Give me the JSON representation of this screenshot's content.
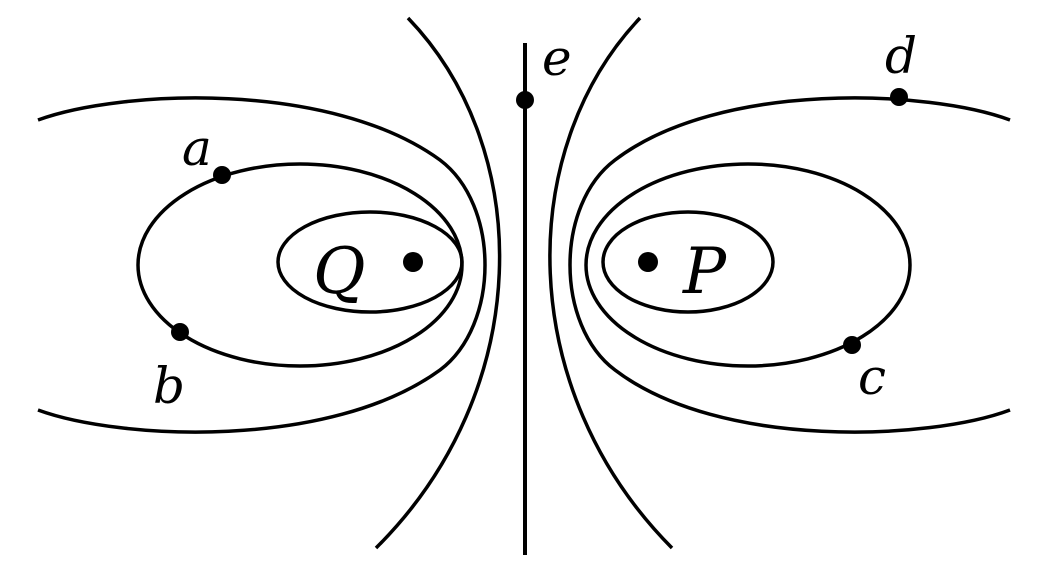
{
  "diagram": {
    "charges": {
      "left": "Q",
      "right": "P"
    },
    "points": {
      "a": "a",
      "b": "b",
      "c": "c",
      "d": "d",
      "e": "e"
    }
  },
  "colors": {
    "line": "#000000",
    "background": "#ffffff"
  }
}
